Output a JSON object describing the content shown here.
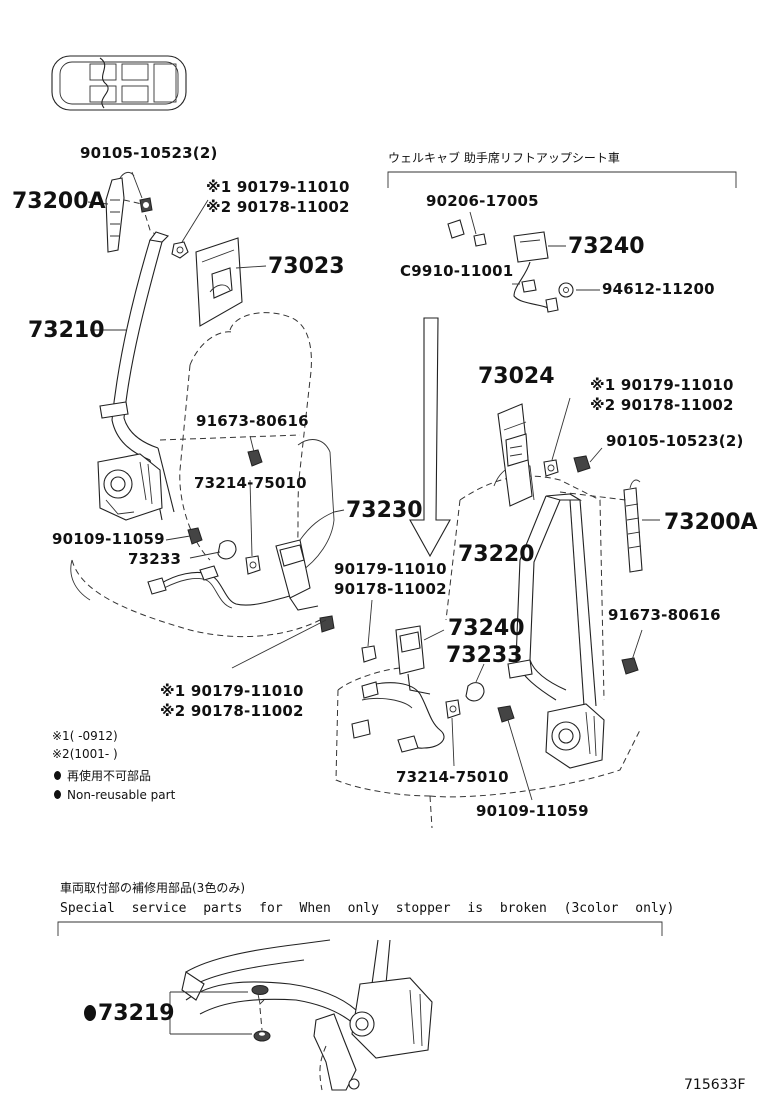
{
  "left_group": {
    "top_bolt": "90105-10523(2)",
    "anchor": "73200A",
    "nut_1": "※1 90179-11010",
    "nut_2": "※2 90178-11002",
    "cover": "73023",
    "belt": "73210",
    "bolt_mid": "91673-80616",
    "wire": "73214-75010",
    "buckle": "73230",
    "bolt_low": "90109-11059",
    "cover_small": "73233",
    "nut_low_1": "※1 90179-11010",
    "nut_low_2": "※2 90178-11002"
  },
  "right_group": {
    "heading": "ウェルキャブ 助手席リフトアップシート車",
    "clip": "90206-17005",
    "buckle_top": "73240",
    "clamp": "C9910-11001",
    "washer": "94612-11200",
    "cover": "73024",
    "nut_1": "※1 90179-11010",
    "nut_2": "※2 90178-11002",
    "top_bolt": "90105-10523(2)",
    "belt": "73220",
    "anchor": "73200A",
    "nut_plain_1": "90179-11010",
    "nut_plain_2": "90178-11002",
    "buckle": "73240",
    "cover_small": "73233",
    "bolt_mid": "91673-80616",
    "wire": "73214-75010",
    "bolt_low": "90109-11059"
  },
  "notes": {
    "note1": "※1(    -0912)",
    "note2": "※2(1001-    )",
    "legend_jp": "再使用不可部品",
    "legend_en": "Non-reusable part"
  },
  "bottom": {
    "heading_jp": "車両取付部の補修用部品(3色のみ)",
    "heading_en": "Special service parts for When only stopper is broken (3color only)",
    "part": "73219"
  },
  "figure_id": "715633F",
  "icons": {
    "vehicle": "vehicle-seat-map-icon",
    "nonreusable": "filled-dot-icon"
  }
}
